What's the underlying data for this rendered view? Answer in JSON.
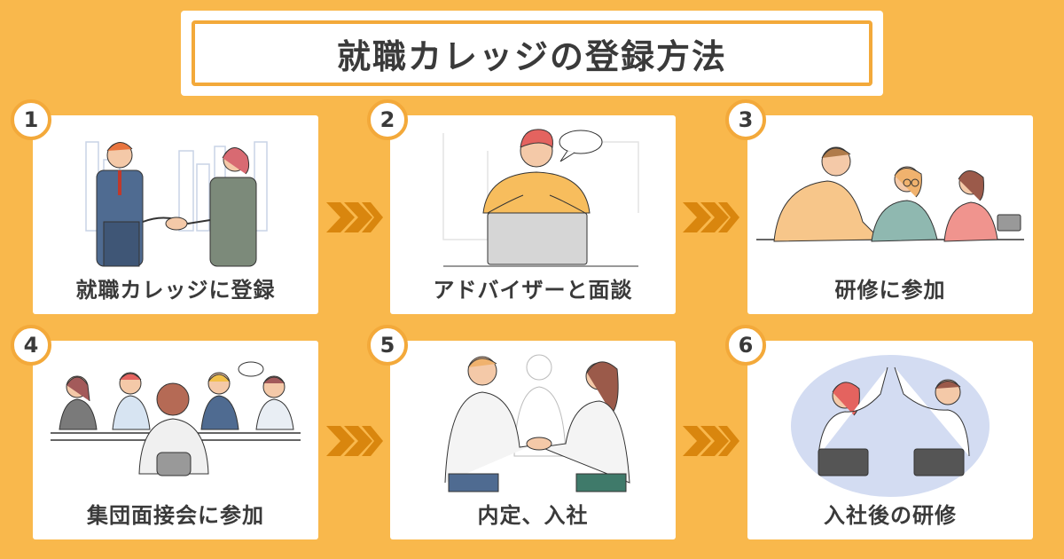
{
  "title": "就職カレッジの登録方法",
  "colors": {
    "background": "#f9b84c",
    "accent": "#f3a93a",
    "arrow": "#d9860e",
    "text": "#3a3a3a"
  },
  "steps": [
    {
      "number": "1",
      "label": "就職カレッジに登録"
    },
    {
      "number": "2",
      "label": "アドバイザーと面談"
    },
    {
      "number": "3",
      "label": "研修に参加"
    },
    {
      "number": "4",
      "label": "集団面接会に参加"
    },
    {
      "number": "5",
      "label": "内定、入社"
    },
    {
      "number": "6",
      "label": "入社後の研修"
    }
  ]
}
